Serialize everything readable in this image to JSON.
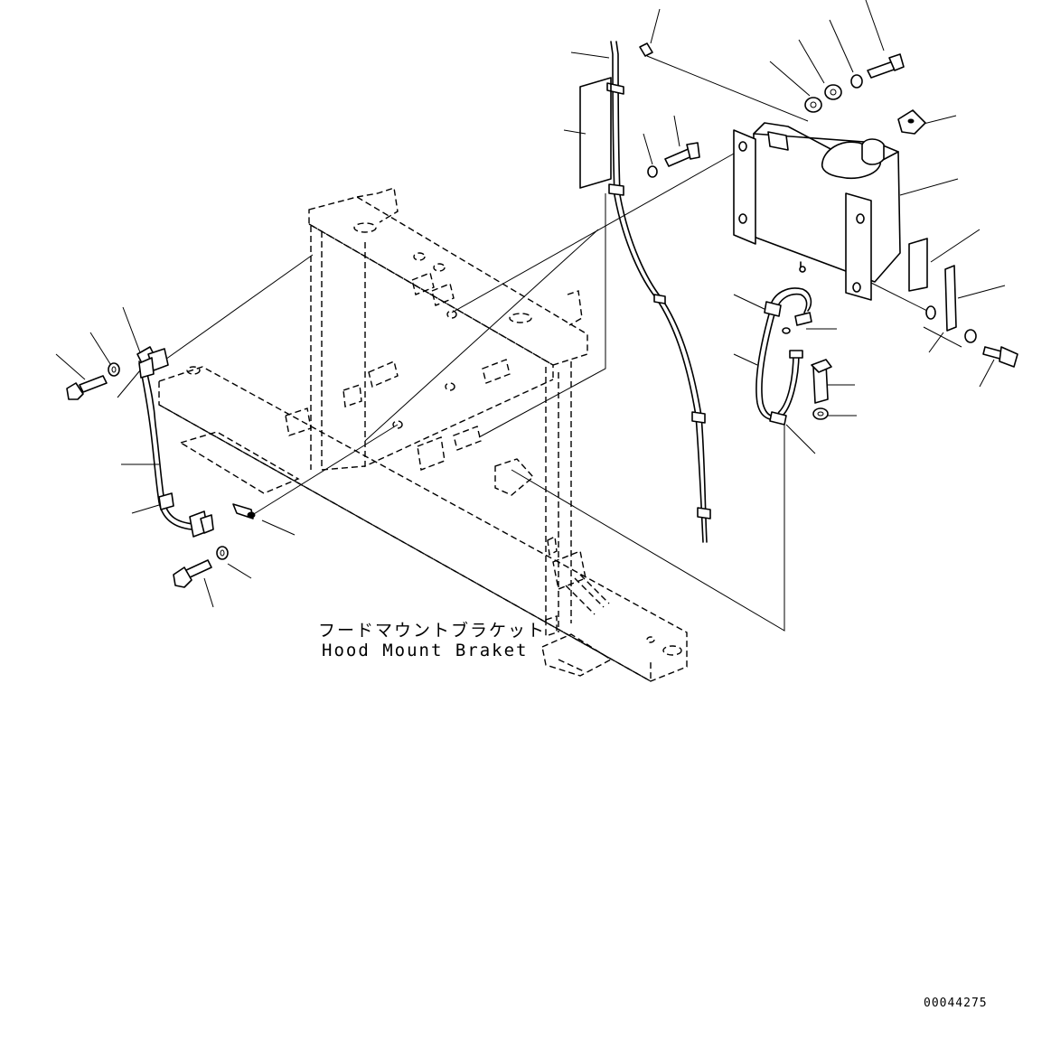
{
  "labels": {
    "japanese_caption": "フードマウントブラケット",
    "english_caption": "Hood Mount Braket",
    "drawing_number": "00044275"
  }
}
